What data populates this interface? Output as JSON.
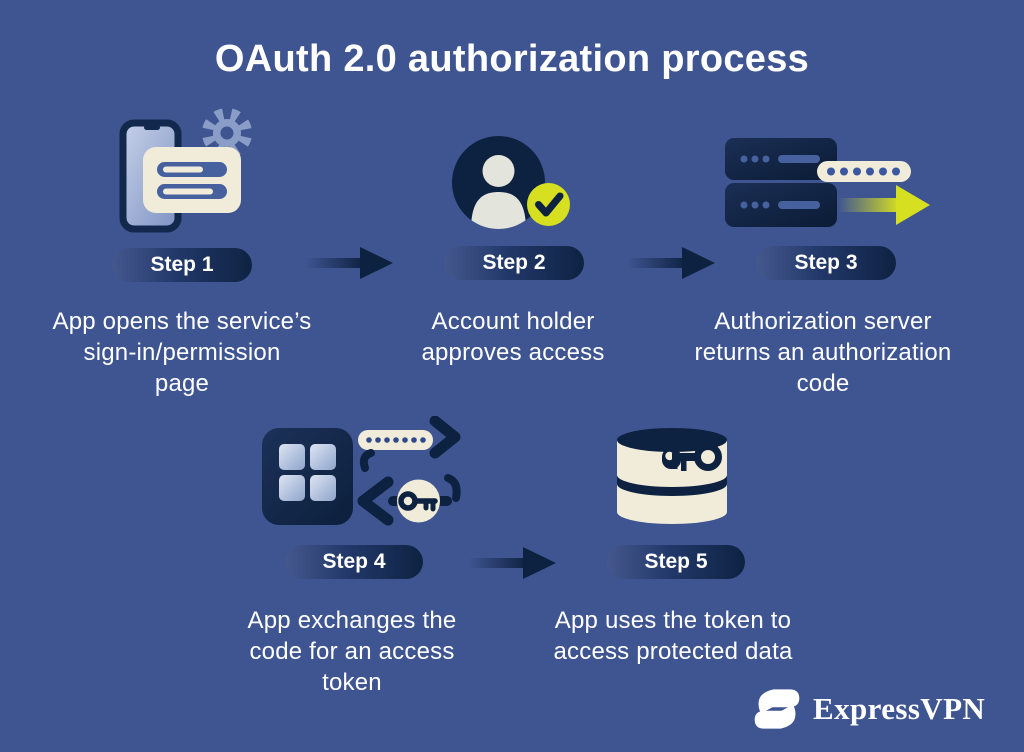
{
  "title": "OAuth 2.0 authorization process",
  "steps": [
    {
      "label": "Step 1",
      "lines": [
        "App opens the service’s",
        "sign-in/permission",
        "page"
      ],
      "icon": "phone-signin-form-icon"
    },
    {
      "label": "Step 2",
      "lines": [
        "Account holder",
        "approves access"
      ],
      "icon": "account-approval-icon"
    },
    {
      "label": "Step 3",
      "lines": [
        "Authorization server",
        "returns an authorization",
        "code"
      ],
      "icon": "server-auth-code-icon"
    },
    {
      "label": "Step 4",
      "lines": [
        "App exchanges the",
        "code for an access",
        "token"
      ],
      "icon": "code-key-exchange-icon"
    },
    {
      "label": "Step 5",
      "lines": [
        "App uses the token to",
        "access protected data"
      ],
      "icon": "database-token-icon"
    }
  ],
  "brand": {
    "name": "ExpressVPN"
  },
  "colors": {
    "background": "#3F5592",
    "dark_navy": "#0D2140",
    "cream": "#F1ECD9",
    "lime": "#D6E021",
    "mid_blue": "#46619E",
    "light_blue": "#9DB0D4"
  }
}
